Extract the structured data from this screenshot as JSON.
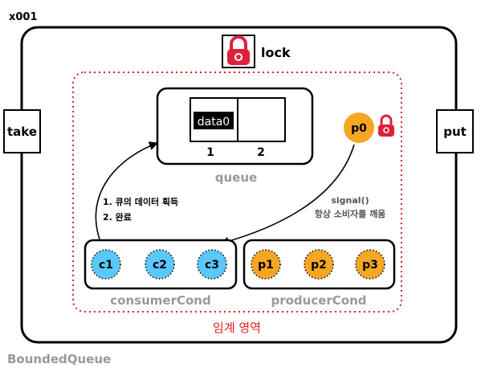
{
  "object_id": "x001",
  "container_label": "BoundedQueue",
  "lock": {
    "label": "lock",
    "icon": "red-padlock-icon"
  },
  "methods": {
    "left": "take",
    "right": "put"
  },
  "critical_section": {
    "label": "임계 영역",
    "color": "#e02020"
  },
  "queue": {
    "label": "queue",
    "slots": [
      {
        "value": "data0",
        "index": "1"
      },
      {
        "value": "",
        "index": "2"
      }
    ]
  },
  "producer_thread": {
    "label": "p0",
    "has_lock": true
  },
  "consumer_note": {
    "line1": "1. 큐의 데이터 획득",
    "line2": "2. 완료"
  },
  "signal_note": {
    "line1": "signal()",
    "line2": "항상 소비자를 깨움"
  },
  "consumer_cond": {
    "label": "consumerCond",
    "threads": [
      "c1",
      "c2",
      "c3"
    ]
  },
  "producer_cond": {
    "label": "producerCond",
    "threads": [
      "p1",
      "p2",
      "p3"
    ]
  },
  "colors": {
    "consumer": "#5ac8fa",
    "producer": "#f5a623",
    "lock_red": "#e0203a",
    "muted_label": "#999999"
  }
}
